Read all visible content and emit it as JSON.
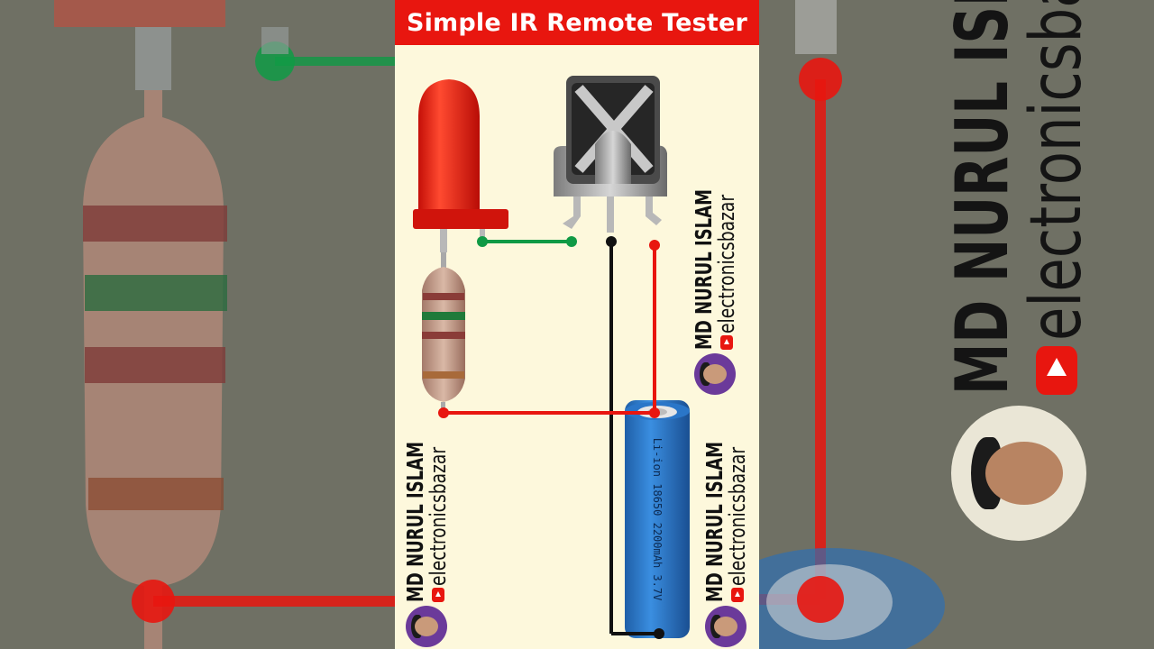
{
  "title": "Simple IR Remote Tester",
  "watermark": {
    "name": "MD NURUL ISLAM",
    "channel": "electronicsbazar"
  },
  "battery_label": "Li-ion 18650 2200mAh 3.7V",
  "icons": [
    "avatar-photo",
    "youtube-icon"
  ],
  "colors": {
    "title_bg": "#e8160f",
    "panel_bg": "#fdf8dc",
    "wire_red": "#e8160f",
    "wire_green": "#109a45",
    "wire_black": "#111111",
    "battery": "#2f7fd0"
  }
}
